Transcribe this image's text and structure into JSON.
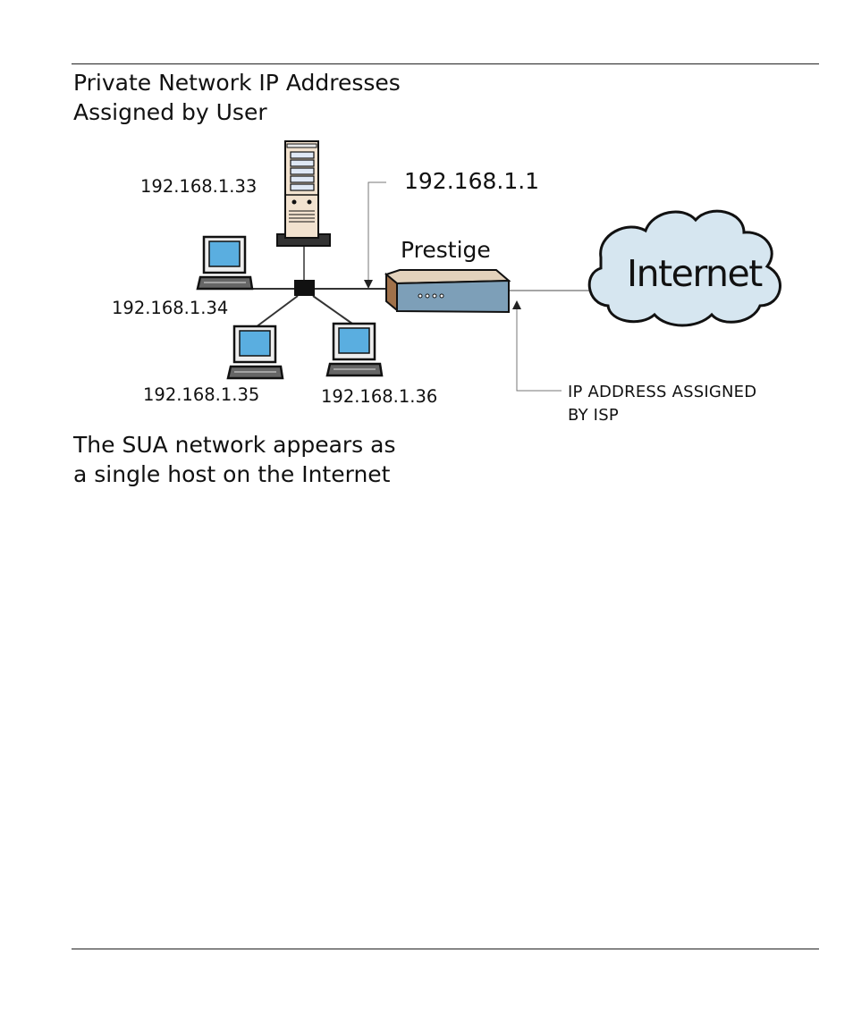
{
  "title": {
    "line1": "Private Network IP Addresses",
    "line2": "Assigned by User"
  },
  "labels": {
    "server_ip": "192.168.1.33",
    "prestige_ip": "192.168.1.1",
    "prestige_name": "Prestige",
    "internet": "Internet",
    "pc_left_ip": "192.168.1.34",
    "pc_bottom_left_ip": "192.168.1.35",
    "pc_bottom_right_ip": "192.168.1.36",
    "isp_line1": "IP ADDRESS ASSIGNED",
    "isp_line2": "BY ISP"
  },
  "caption": {
    "line1": "The SUA network appears as",
    "line2": "a single host on the Internet"
  },
  "colors": {
    "screen": "#5aaee0",
    "router_body": "#7d9fb8",
    "router_side": "#a0714a",
    "cloud": "#d6e6f0",
    "server_case": "#f2e2cf"
  }
}
